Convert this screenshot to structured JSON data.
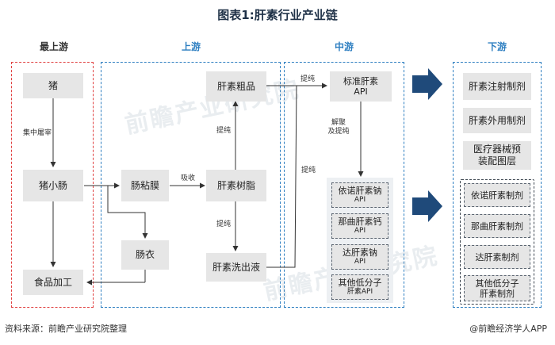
{
  "title": "图表1:肝素行业产业链",
  "columns": {
    "top_upstream": "最上游",
    "upstream": "上游",
    "midstream": "中游",
    "downstream": "下游"
  },
  "nodes": {
    "pig": "猪",
    "pig_intestine": "猪小肠",
    "food_processing": "食品加工",
    "intestinal_mucosa": "肠粘膜",
    "casing": "肠衣",
    "crude_heparin": "肝素粗品",
    "heparin_resin": "肝素树脂",
    "heparin_eluate": "肝素洗出液",
    "standard_api_line1": "标准肝素",
    "standard_api_line2": "API",
    "enoxaparin_line1": "依诺肝素钠",
    "enoxaparin_line2": "API",
    "nadroparin_line1": "那曲肝素钙",
    "nadroparin_line2": "API",
    "dalteparin_line1": "达肝素钠",
    "dalteparin_line2": "API",
    "other_lmwh_line1": "其他低分子",
    "other_lmwh_line2": "肝素API",
    "heparin_injection": "肝素注射制剂",
    "heparin_topical": "肝素外用制剂",
    "device_coating_line1": "医疗器械预",
    "device_coating_line2": "装配图层",
    "enoxaparin_prep": "依诺肝素制剂",
    "nadroparin_prep": "那曲肝素制剂",
    "dalteparin_prep": "达肝素制剂",
    "other_lmwh_prep_line1": "其他低分子",
    "other_lmwh_prep_line2": "肝素制剂"
  },
  "edge_labels": {
    "centralized_slaughter": "集中屠宰",
    "absorb": "吸收",
    "purify_1": "提纯",
    "purify_2": "提纯",
    "purify_3": "提纯",
    "purify_4": "提纯",
    "depolymerize_line1": "解聚",
    "depolymerize_line2": "及提纯"
  },
  "footer": {
    "source": "资料来源：前瞻产业研究院整理",
    "brand": "@前瞻经济学人APP"
  },
  "watermark": "前瞻产业研究院",
  "colors": {
    "blue_frame": "#2e7fc1",
    "red_frame": "#e04040",
    "arrow_fill": "#1f4a7a",
    "box_fill": "#e6e6e6"
  }
}
